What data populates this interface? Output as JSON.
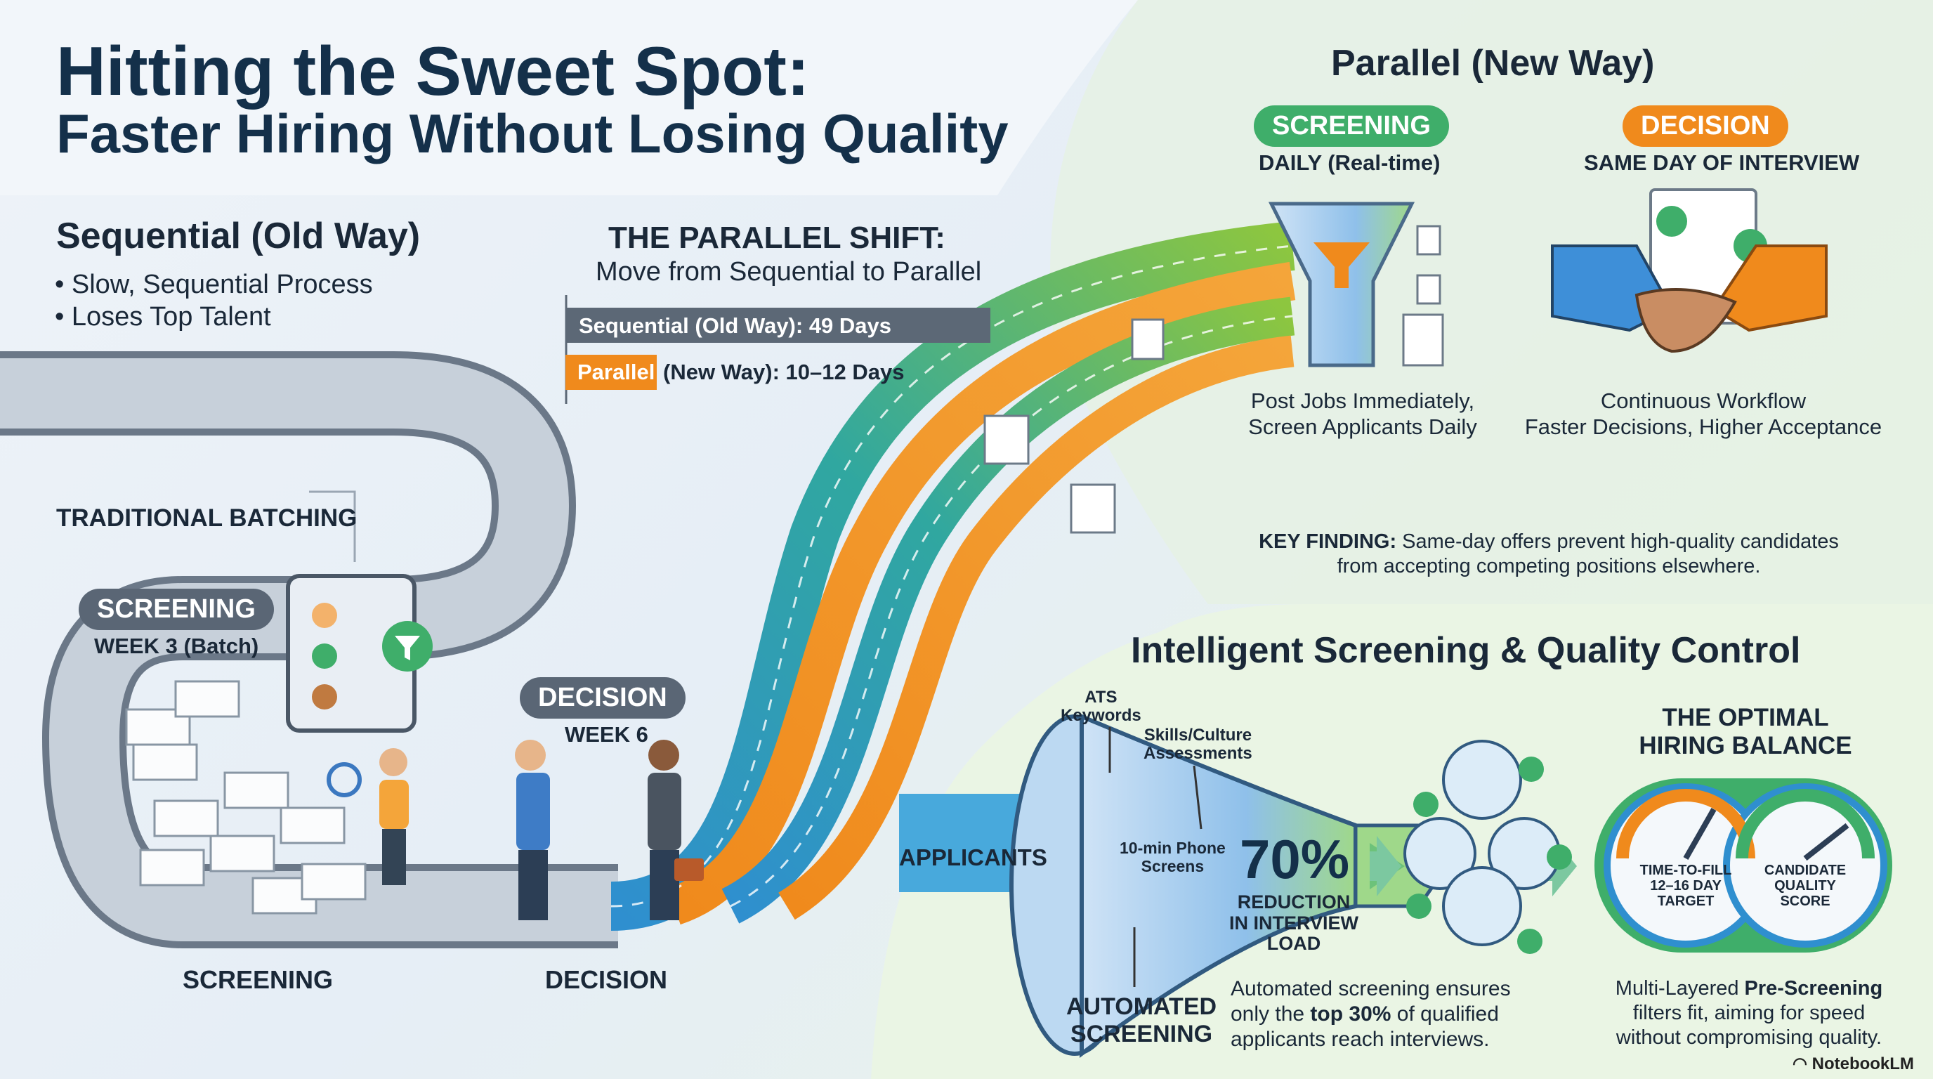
{
  "header": {
    "title": "Hitting the Sweet Spot:",
    "subtitle": "Faster Hiring Without Losing Quality"
  },
  "sequential": {
    "heading": "Sequential (Old Way)",
    "bullets": [
      "• Slow, Sequential Process",
      "• Loses Top Talent"
    ],
    "batching_label": "TRADITIONAL BATCHING",
    "screening_pill": "SCREENING",
    "screening_when": "WEEK 3 (Batch)",
    "decision_pill": "DECISION",
    "decision_when": "WEEK 6",
    "road_screening": "SCREENING",
    "road_decision": "DECISION"
  },
  "shift": {
    "title": "THE PARALLEL SHIFT:",
    "subtitle": "Move from Sequential to Parallel",
    "bar_old_label": "Sequential (Old Way): 49 Days",
    "bar_new_tag": "Parallel",
    "bar_new_label": "(New Way): 10–12 Days",
    "old_days": 49,
    "new_days_range": [
      10,
      12
    ]
  },
  "parallel": {
    "heading": "Parallel (New Way)",
    "screening_pill": "SCREENING",
    "screening_when": "DAILY (Real-time)",
    "decision_pill": "DECISION",
    "decision_when": "SAME DAY OF INTERVIEW",
    "screening_caption_1": "Post Jobs Immediately,",
    "screening_caption_2": "Screen Applicants Daily",
    "decision_caption_1": "Continuous Workflow",
    "decision_caption_2": "Faster Decisions, Higher Acceptance",
    "key_finding_label": "KEY FINDING:",
    "key_finding_text_1": " Same-day offers prevent high-quality candidates",
    "key_finding_text_2": "from accepting competing positions elsewhere."
  },
  "intelligent": {
    "heading": "Intelligent Screening & Quality Control",
    "applicants": "APPLICANTS",
    "ats": "ATS\nKeywords",
    "skills": "Skills/Culture\nAssessments",
    "phone": "10-min Phone\nScreens",
    "automated": "AUTOMATED\nSCREENING",
    "reduction_value": "70%",
    "reduction_label": "REDUCTION\nIN INTERVIEW\nLOAD",
    "auto_text_1": "Automated screening ensures",
    "auto_text_2a": "only the ",
    "auto_text_2b": "top 30%",
    "auto_text_2c": " of qualified",
    "auto_text_3": "applicants reach interviews.",
    "optimal_1": "THE OPTIMAL",
    "optimal_2": "HIRING BALANCE",
    "gauge_left": "TIME-TO-FILL\n12–16 DAY\nTARGET",
    "gauge_right": "CANDIDATE\nQUALITY SCORE",
    "multi_1a": "Multi-Layered ",
    "multi_1b": "Pre-Screening",
    "multi_2": "filters fit, aiming for speed",
    "multi_3": "without compromising quality."
  },
  "brand": "NotebookLM",
  "colors": {
    "green": "#3fae6a",
    "orange": "#f08a1c",
    "blue": "#2f8fcf",
    "teal": "#30a7a0",
    "navy": "#14304a"
  }
}
